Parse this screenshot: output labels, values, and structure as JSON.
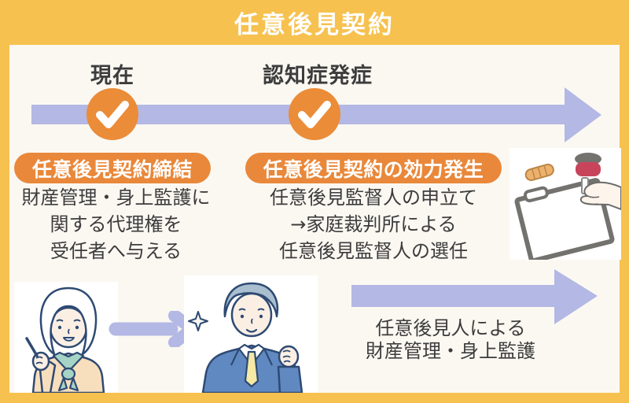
{
  "title": "任意後見契約",
  "colors": {
    "frame_yellow": "#F6C14E",
    "panel_background": "#FBF8F2",
    "accent_orange": "#E9883A",
    "check_circle_orange": "#EB8C38",
    "arrow_purple": "#B3B8E4",
    "text_dark": "#3C3C3C",
    "badge_text": "#FFFFFF",
    "lineart_navy": "#2E4A73"
  },
  "timeline": {
    "stages": [
      {
        "label": "現在",
        "badge": "任意後見契約締結",
        "lines": [
          "財産管理・身上監護に",
          "関する代理権を",
          "受任者へ与える"
        ]
      },
      {
        "label": "認知症発症",
        "badge": "任意後見契約の効力発生",
        "lines": [
          "任意後見監督人の申立て",
          "→家庭裁判所による",
          "任意後見監督人の選任"
        ]
      }
    ]
  },
  "bottom_flow": {
    "lines": [
      "任意後見人による",
      "財産管理・身上監護"
    ]
  },
  "icons": {
    "checkpoints": "check-icon",
    "illustrations": [
      "hanko-seal-signing",
      "elderly-woman-pointing",
      "guardian-man-in-suit",
      "sparkle"
    ]
  }
}
